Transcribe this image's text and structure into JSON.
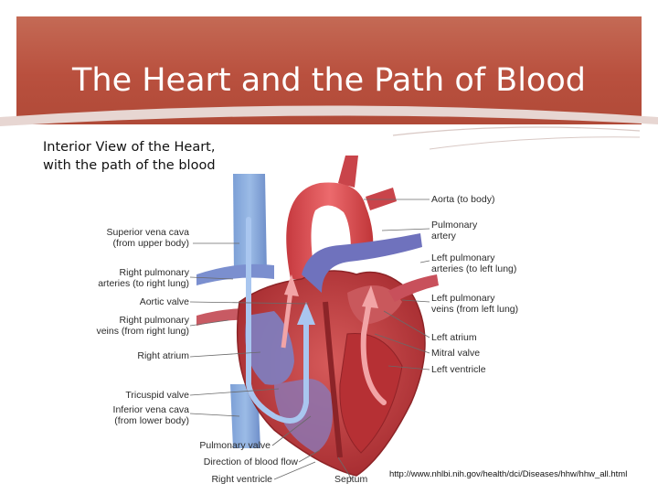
{
  "slide": {
    "title": "The Heart and the Path of Blood",
    "subtitle_line1": "Interior View of the Heart,",
    "subtitle_line2": "with the path of the blood",
    "source": "http://www.nhlbi.nih.gov/health/dci/Diseases/hhw/hhw_all.html"
  },
  "labels": {
    "superior_vena_cava": "Superior vena cava\n(from upper body)",
    "right_pulmonary_arteries": "Right pulmonary\narteries (to right lung)",
    "aortic_valve": "Aortic valve",
    "right_pulmonary_veins": "Right pulmonary\nveins (from right lung)",
    "right_atrium": "Right atrium",
    "tricuspid_valve": "Tricuspid valve",
    "inferior_vena_cava": "Inferior vena cava\n(from lower body)",
    "pulmonary_valve": "Pulmonary valve",
    "direction_of_blood_flow": "Direction of blood flow",
    "right_ventricle": "Right ventricle",
    "septum": "Septum",
    "aorta": "Aorta (to body)",
    "pulmonary_artery": "Pulmonary\nartery",
    "left_pulmonary_arteries": "Left pulmonary\narteries (to left lung)",
    "left_pulmonary_veins": "Left pulmonary\nveins (from left lung)",
    "left_atrium": "Left atrium",
    "mitral_valve": "Mitral valve",
    "left_ventricle": "Left ventricle"
  },
  "colors": {
    "header": "#b9503e",
    "oxygen_poor": "#5a7fc0",
    "oxygen_rich": "#d8464a",
    "muscle": "#b93a3c"
  }
}
